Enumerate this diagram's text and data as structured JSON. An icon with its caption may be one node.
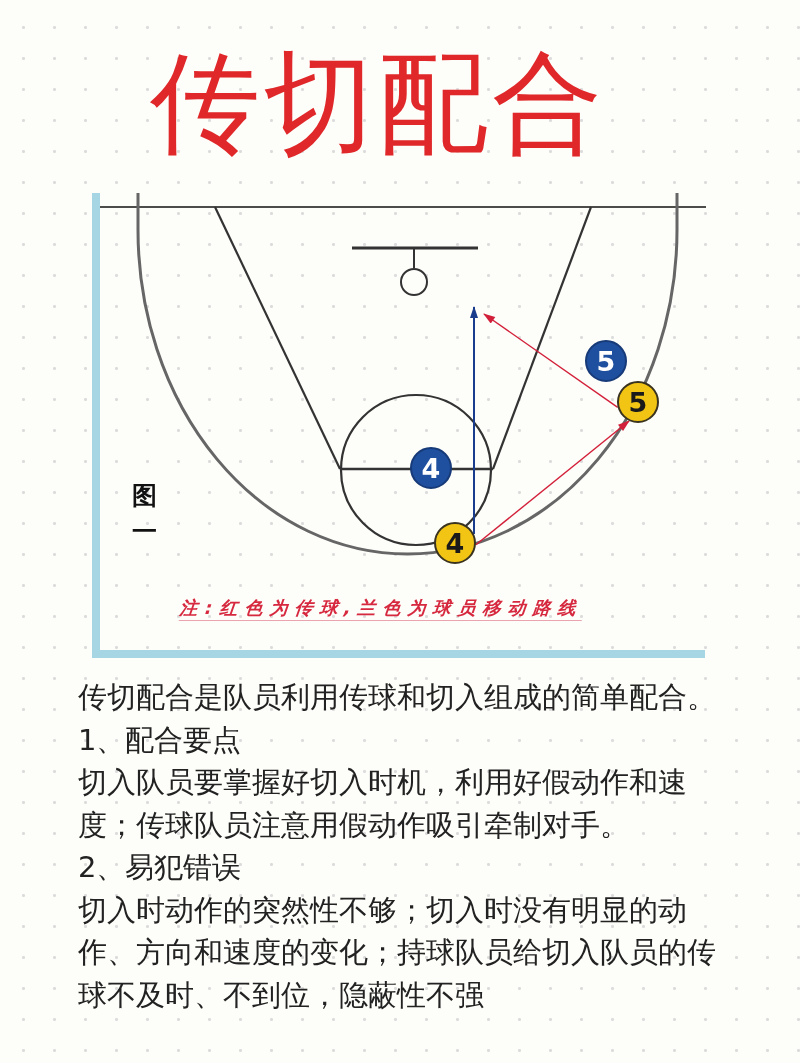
{
  "diagram": {
    "title": "传切配合",
    "nodes": [
      {
        "text": [
          "5"
        ]
      },
      {
        "text": [
          "5"
        ]
      },
      {
        "text": [
          "4"
        ]
      },
      {
        "text": [
          "4"
        ]
      }
    ],
    "edges": [
      {
        "from": 3,
        "to": null,
        "arrow": "to",
        "color": "#1a3c8c"
      },
      {
        "from": 3,
        "to": 1,
        "arrow": "to"
      },
      {
        "from": 1,
        "to": null,
        "arrow": "to"
      }
    ],
    "labels": [
      "图一",
      "注:红色为传球,兰色为球员移动路线",
      "传切配合是队员利用传球和切入组成的简单配合。",
      "1、配合要点",
      "切入队员要掌握好切入时机，利用好假动作和速度；传球队员注意用假动作吸引牵制对手。",
      "2、易犯错误",
      "切入时动作的突然性不够；切入时没有明显的动作、方向和速度的变化；持球队员给切入队员的传球不及时、不到位，隐蔽性不强"
    ]
  }
}
